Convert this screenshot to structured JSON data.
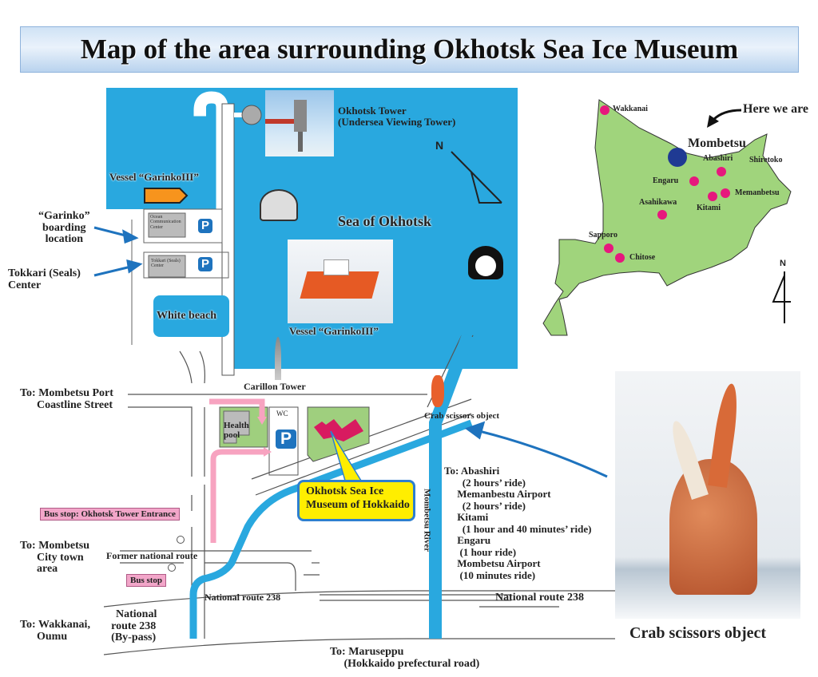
{
  "title": "Map of the area surrounding Okhotsk Sea Ice Museum",
  "colors": {
    "sea": "#29a8df",
    "land_green": "#a0d47c",
    "park_green": "#9fcf7e",
    "museum": "#d81b60",
    "city_dot": "#e6187d",
    "here_dot": "#1f3a93",
    "arrow_blue": "#1e73be",
    "route_arrow": "#f7a3c0",
    "callout": "#ffee00"
  },
  "labels": {
    "okhotsk_tower": "Okhotsk Tower\n(Undersea Viewing Tower)",
    "vessel_top": "Vessel “GarinkoIII”",
    "vessel_photo": "Vessel “GarinkoIII”",
    "sea": "Sea of Okhotsk",
    "north": "N",
    "garinko_boarding": "“Garinko”\nboarding\nlocation",
    "ocean_center": "Ocean\nCommunication\nCenter",
    "tokkari_center_bldg": "Tokkari (Seals)\nCenter",
    "tokkari_label": "Tokkari (Seals)\nCenter",
    "white_beach": "White beach",
    "parking": "P",
    "carillon_tower": "Carillon Tower",
    "to_port": "To: Mombetsu Port\n      Coastline Street",
    "wc": "WC",
    "health_pool": "Health\npool",
    "crab_object_map": "Crab scissors object",
    "museum_callout": "Okhotsk Sea Ice\nMuseum of Hokkaido",
    "bus_stop_tower": "Bus stop: Okhotsk Tower Entrance",
    "bus_stop": "Bus stop",
    "to_city": "To: Mombetsu\n      City town\n      area",
    "former_route": "Former national route",
    "national_route_mid": "National route 238",
    "national_route_right": "National route 238",
    "bypass": "  National\nroute 238\n(By-pass)",
    "to_wakkanai": "To: Wakkanai,\n      Oumu",
    "to_maruseppu": "To: Maruseppu\n     (Hokkaido prefectural road)",
    "river": "Mombetsu River",
    "destinations": "To: Abashiri\n       (2 hours’ ride)\n     Memanbestu Airport\n       (2 hours’ ride)\n     Kitami\n       (1 hour and 40 minutes’ ride)\n     Engaru\n      (1 hour ride)\n     Mombetsu Airport\n      (10 minutes ride)",
    "crab_caption": "Crab scissors object"
  },
  "hokkaido": {
    "here_we_are": "Here we are",
    "mombetsu": "Mombetsu",
    "north": "N",
    "cities": [
      "Wakkanai",
      "Abashiri",
      "Shiretoko",
      "Engaru",
      "Memanbetsu",
      "Kitami",
      "Asahikawa",
      "Sapporo",
      "Chitose"
    ]
  }
}
